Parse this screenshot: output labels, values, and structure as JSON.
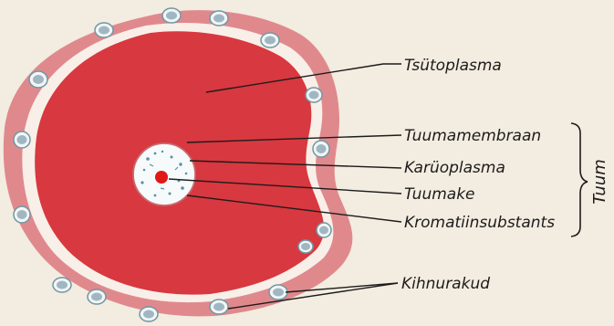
{
  "labels": {
    "cytoplasm": "Tsütoplasma",
    "nuclear_membrane": "Tuumamembraan",
    "nucleoplasm": "Karüoplasma",
    "nucleolus": "Tuumake",
    "chromatin": "Kromatiinsubstants",
    "follicle_cells": "Kihnurakud",
    "nucleus_group": "Tuum"
  },
  "colors": {
    "background": "#f3ece0",
    "follicle_layer": "#e0898d",
    "cytoplasm": "#d8383f",
    "gap": "#f8efe8",
    "nucleus": "#f6fafa",
    "nucleolus": "#e01818",
    "follicle_cell_nucleus": "#9fb7c2"
  }
}
